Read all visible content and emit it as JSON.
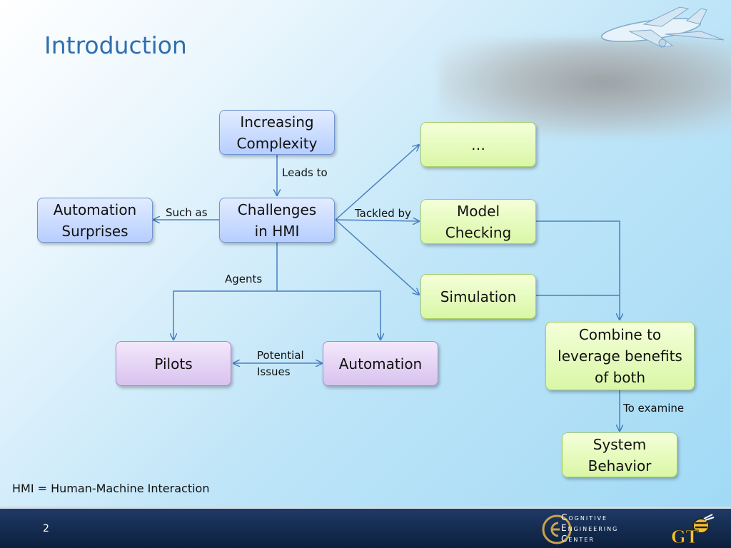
{
  "slide": {
    "title": "Introduction",
    "footnote": "HMI = Human-Machine Interaction",
    "page_number": "2"
  },
  "nodes": {
    "increasing_complexity": "Increasing Complexity",
    "challenges_hmi": "Challenges in HMI",
    "automation_surprises": "Automation Surprises",
    "ellipsis": "…",
    "model_checking": "Model Checking",
    "simulation": "Simulation",
    "pilots": "Pilots",
    "automation": "Automation",
    "combine": "Combine to leverage benefits of both",
    "system_behavior": "System Behavior"
  },
  "edge_labels": {
    "leads_to": "Leads to",
    "such_as": "Such as",
    "tackled_by": "Tackled by",
    "agents": "Agents",
    "potential_issues_1": "Potential",
    "potential_issues_2": "Issues",
    "to_examine": "To examine"
  },
  "footer": {
    "logo_lines": [
      "Cognitive",
      "Engineering",
      "Center"
    ],
    "colors": {
      "bar": "#14294d",
      "accent": "#c8a34a"
    }
  },
  "colors": {
    "title": "#2f6fae",
    "arrow": "#4a7fc1",
    "blue_node": "#c8dbff",
    "green_node": "#e6fbbb",
    "purple_node": "#e4d3f5"
  }
}
